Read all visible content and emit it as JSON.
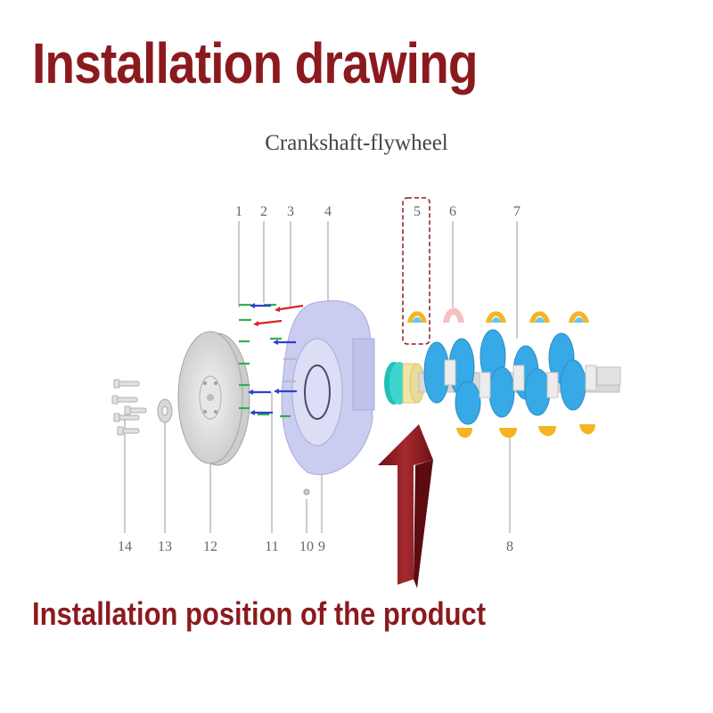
{
  "title": "Installation drawing",
  "subtitle": "Crankshaft-flywheel",
  "caption": "Installation position of the product",
  "part_numbers": {
    "p1": "1",
    "p2": "2",
    "p3": "3",
    "p4": "4",
    "p5": "5",
    "p6": "6",
    "p7": "7",
    "p8": "8",
    "p9": "9",
    "p10": "10",
    "p11": "11",
    "p12": "12",
    "p13": "13",
    "p14": "14"
  },
  "highlighted_part": "5",
  "colors": {
    "title": "#8b1a1f",
    "arrow": "#8b1a1f",
    "crankshaft": "#3aaee8",
    "bearing": "#f5b523",
    "housing": "#c7c9ee",
    "gear": "#2fd0c4"
  }
}
